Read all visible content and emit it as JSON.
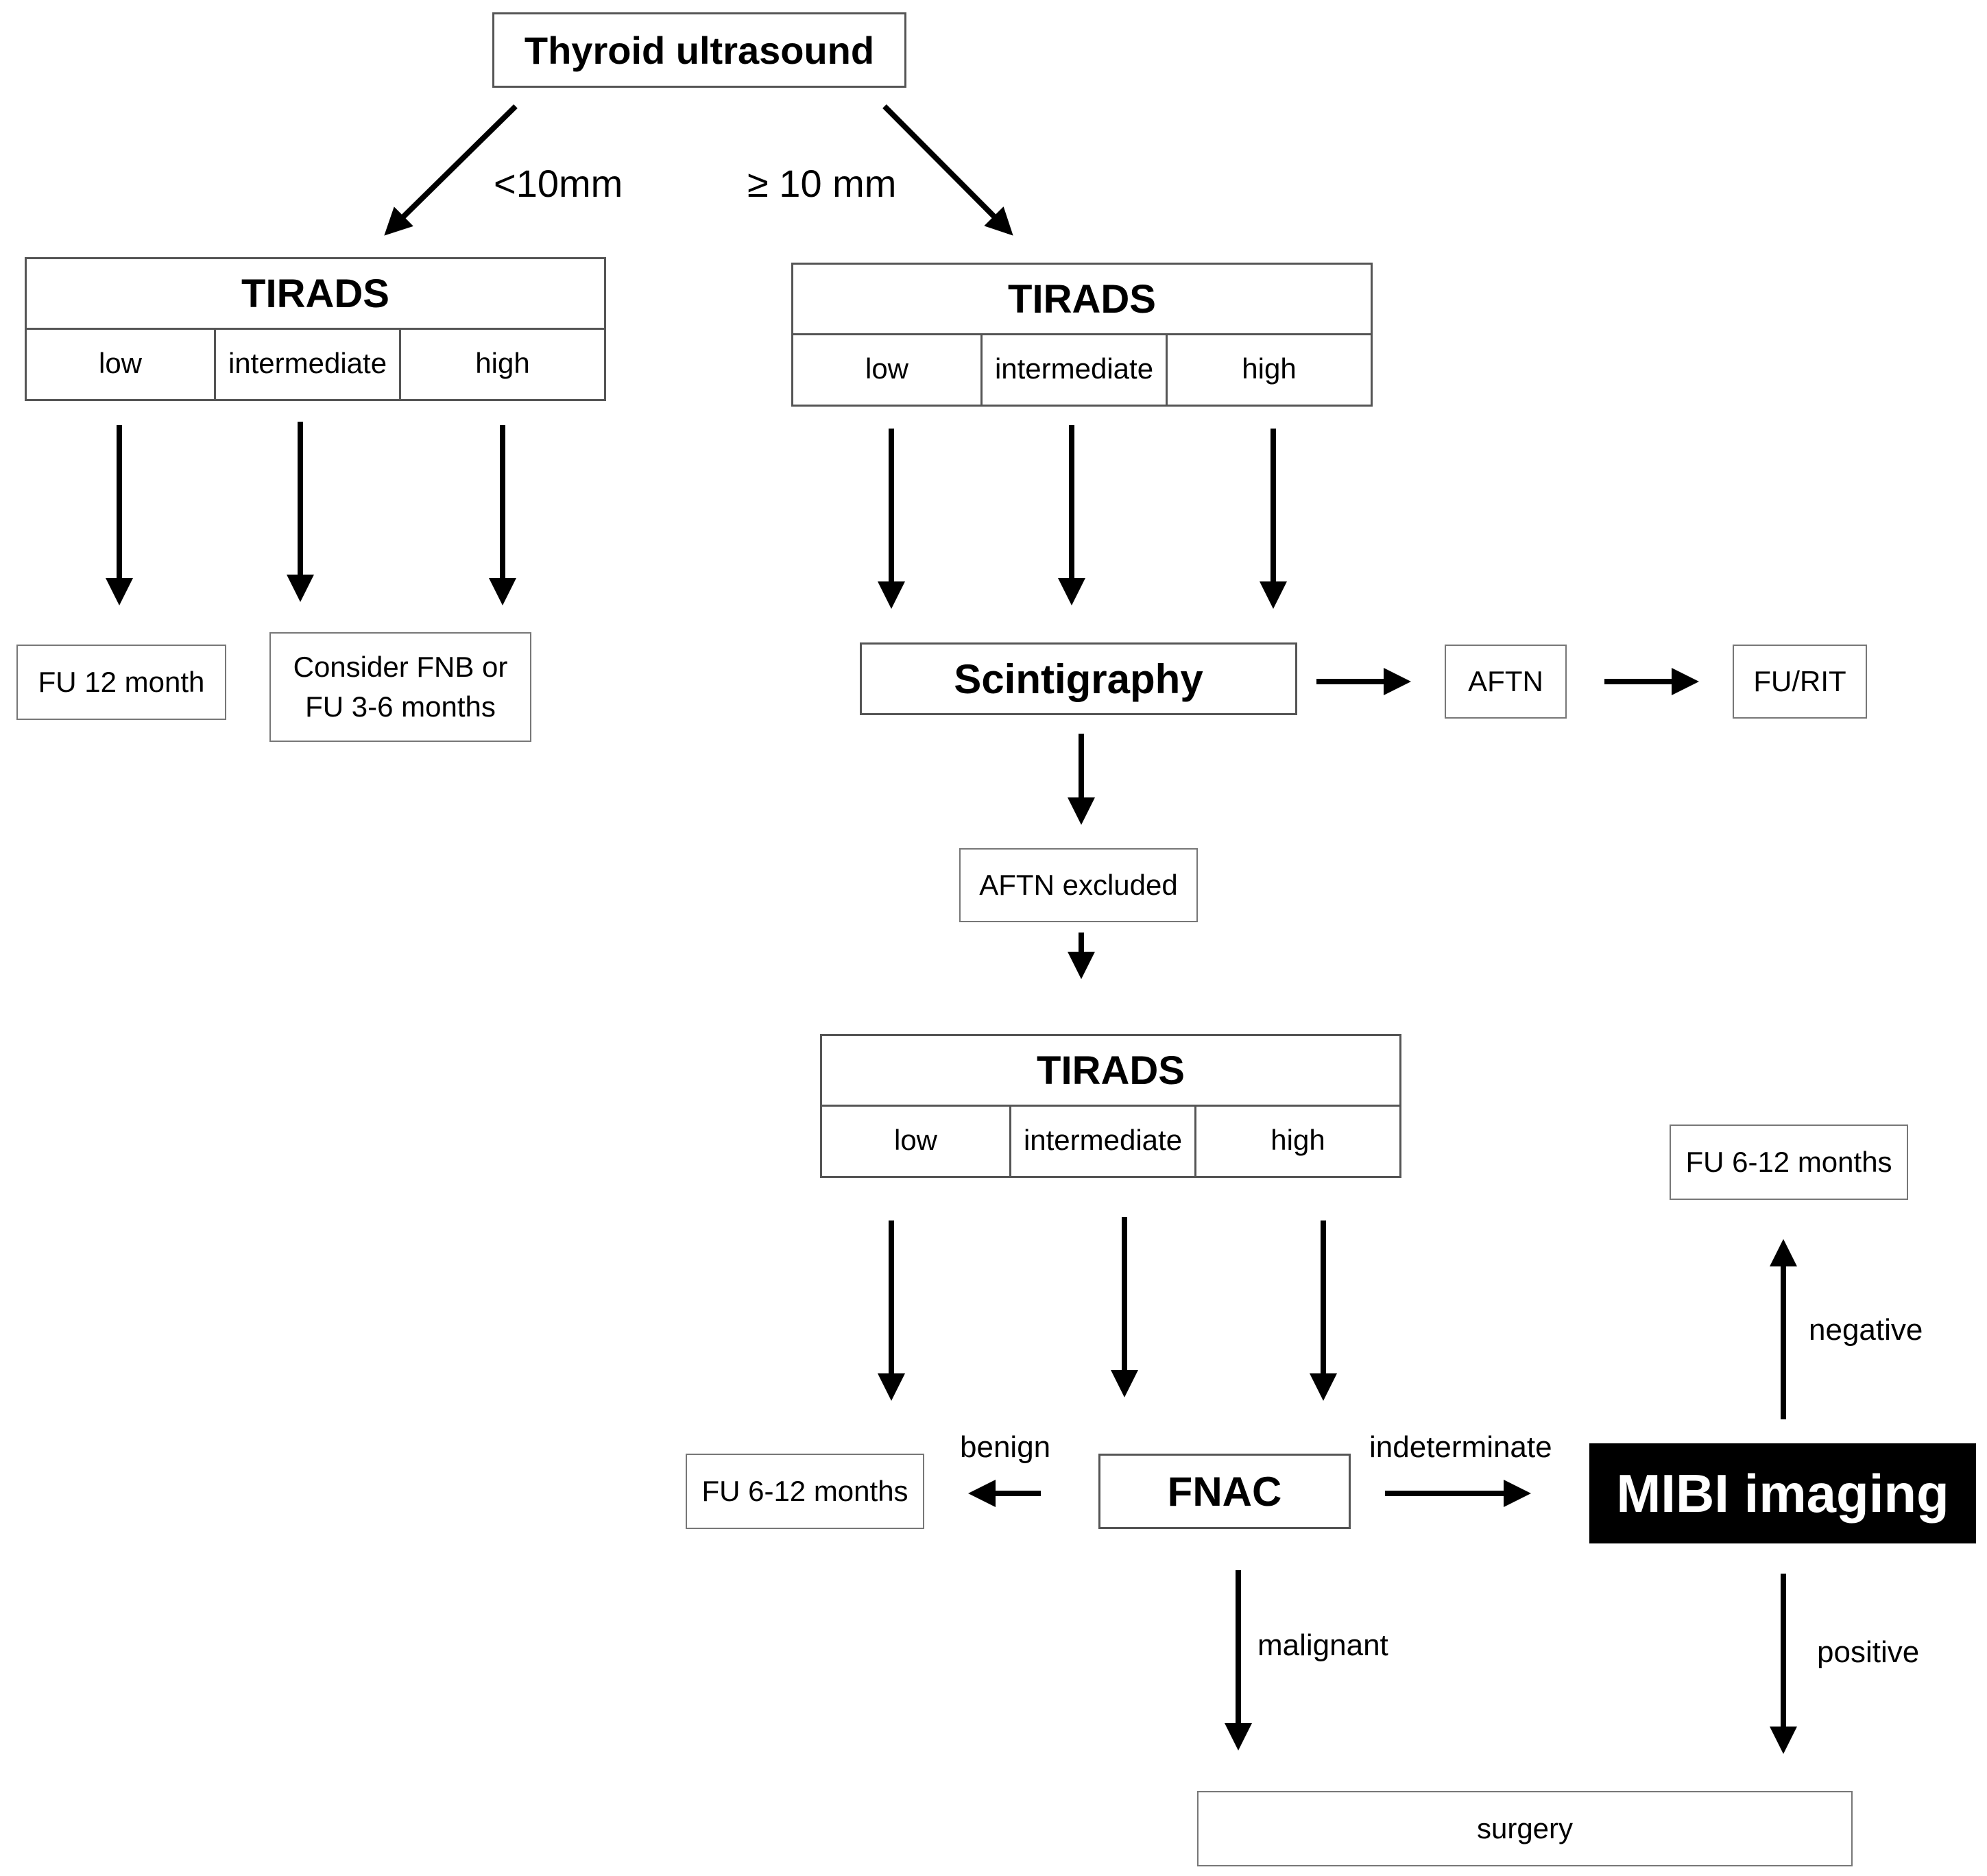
{
  "start": {
    "label": "Thyroid ultrasound"
  },
  "branch_small": {
    "label": "<10mm"
  },
  "branch_large": {
    "label": "≥ 10 mm"
  },
  "tirads_left": {
    "title": "TIRADS",
    "low": "low",
    "intermediate": "intermediate",
    "high": "high"
  },
  "tirads_right": {
    "title": "TIRADS",
    "low": "low",
    "intermediate": "intermediate",
    "high": "high"
  },
  "tirads_bottom": {
    "title": "TIRADS",
    "low": "low",
    "intermediate": "intermediate",
    "high": "high"
  },
  "fu_12": {
    "label": "FU 12 month"
  },
  "consider": {
    "line1": "Consider FNB or",
    "line2": "FU 3-6 months"
  },
  "scintigraphy": {
    "label": "Scintigraphy"
  },
  "aftn": {
    "label": "AFTN"
  },
  "fu_rit": {
    "label": "FU/RIT"
  },
  "aftn_excluded": {
    "label": "AFTN excluded"
  },
  "fu_6_12_top": {
    "label": "FU 6-12 months"
  },
  "fu_6_12_left": {
    "label": "FU 6-12 months"
  },
  "fnac": {
    "label": "FNAC"
  },
  "mibi": {
    "label": "MIBI imaging"
  },
  "surgery": {
    "label": "surgery"
  },
  "edges": {
    "benign": "benign",
    "indeterminate": "indeterminate",
    "malignant": "malignant",
    "negative": "negative",
    "positive": "positive"
  }
}
